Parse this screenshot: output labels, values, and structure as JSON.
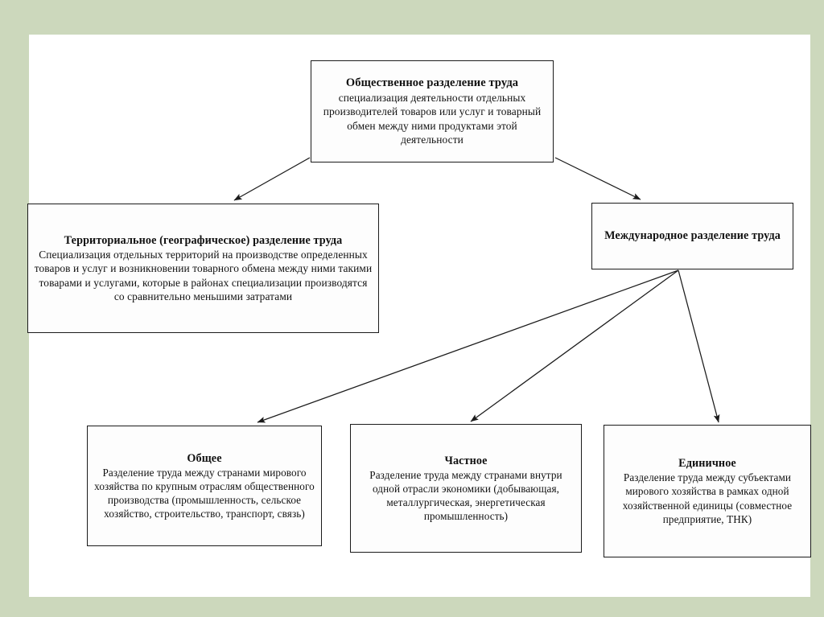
{
  "page": {
    "background_color": "#ccd8bc",
    "canvas_color": "#ffffff",
    "line_color": "#1b1b1b",
    "text_color": "#111111"
  },
  "diagram": {
    "type": "hierarchy-flowchart",
    "language": "ru",
    "nodes": [
      {
        "id": "social",
        "title": "Общественное разделение труда",
        "body": "специализация деятельности отдельных производителей товаров или услуг и товарный обмен между ними продуктами этой деятельности"
      },
      {
        "id": "territorial",
        "title": "Территориальное (географическое) разделение труда",
        "body": "Специализация отдельных территорий на производстве определенных товаров и услуг и возникновении товарного обмена между ними такими товарами и услугами, которые в районах специализации производятся со сравнительно меньшими затратами"
      },
      {
        "id": "international",
        "title": "Международное разделение труда",
        "body": ""
      },
      {
        "id": "general",
        "title": "Общее",
        "body": "Разделение труда между странами мирового хозяйства по крупным отраслям общественного производства (промышленность, сельское хозяйство, строительство, транспорт, связь)"
      },
      {
        "id": "private",
        "title": "Частное",
        "body": "Разделение труда между странами внутри одной отрасли экономики (добывающая, металлургическая, энергетическая промышленность)"
      },
      {
        "id": "single",
        "title": "Единичное",
        "body": "Разделение труда между субъектами мирового хозяйства в рамках одной хозяйственной единицы (совместное предприятие, ТНК)"
      }
    ],
    "edges": [
      {
        "from": "social",
        "to": "territorial",
        "style": "arrow"
      },
      {
        "from": "social",
        "to": "international",
        "style": "arrow"
      },
      {
        "from": "international",
        "to": "general",
        "style": "arrow"
      },
      {
        "from": "international",
        "to": "private",
        "style": "arrow"
      },
      {
        "from": "international",
        "to": "single",
        "style": "arrow"
      }
    ]
  }
}
